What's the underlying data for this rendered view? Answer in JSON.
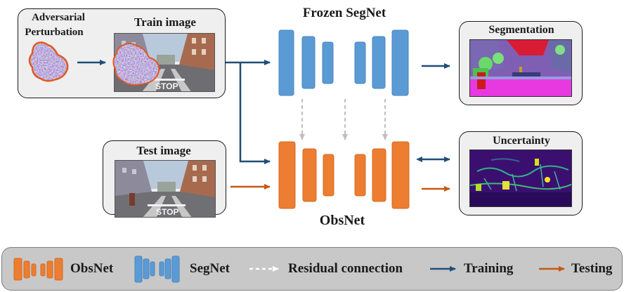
{
  "inputs": {
    "perturbation_label_line1": "Adversarial",
    "perturbation_label_line2": "Perturbation",
    "train_image_label": "Train image",
    "test_image_label": "Test image"
  },
  "networks": {
    "frozen_segnet_label": "Frozen SegNet",
    "obsnet_label": "ObsNet"
  },
  "outputs": {
    "segmentation_label": "Segmentation",
    "uncertainty_label": "Uncertainty"
  },
  "legend": {
    "obsnet": "ObsNet",
    "segnet": "SegNet",
    "residual": "Residual connection",
    "training": "Training",
    "testing": "Testing"
  },
  "colors": {
    "segnet_blue": "#5b9bd5",
    "obsnet_orange": "#ed7d31",
    "training_arrow": "#1f4e79",
    "testing_arrow": "#c55a11",
    "residual_arrow": "#bfbfbf"
  },
  "street_sign_text": "STOP"
}
